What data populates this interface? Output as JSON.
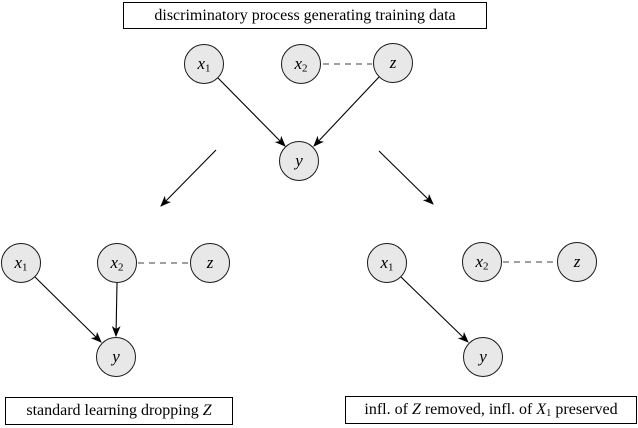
{
  "figure": {
    "title_box": {
      "text": "discriminatory process generating training data"
    },
    "caption_left": {
      "part1": "standard learning dropping ",
      "math1": "Z"
    },
    "caption_right": {
      "part1": "infl. of ",
      "math1": "Z",
      "part2": " removed, infl. of ",
      "math2": "X",
      "sub": "1",
      "part3": " preserved"
    }
  },
  "node_labels": {
    "x1": {
      "base": "x",
      "sub": "1"
    },
    "x2": {
      "base": "x",
      "sub": "2"
    },
    "z": {
      "base": "z"
    },
    "y": {
      "base": "y"
    }
  },
  "graphs": {
    "top": {
      "nodes": [
        "x1",
        "x2",
        "z",
        "y"
      ],
      "solid_edges": [
        "x1->y",
        "z->y"
      ],
      "dashed_edges": [
        "x2--z"
      ]
    },
    "bottom_left": {
      "nodes": [
        "x1",
        "x2",
        "z",
        "y"
      ],
      "solid_edges": [
        "x1->y",
        "x2->y"
      ],
      "dashed_edges": [
        "x2--z"
      ]
    },
    "bottom_right": {
      "nodes": [
        "x1",
        "x2",
        "z",
        "y"
      ],
      "solid_edges": [
        "x1->y"
      ],
      "dashed_edges": [
        "x2--z"
      ]
    }
  },
  "colors": {
    "background": "#ffffff",
    "node_fill": "#e8e8e8",
    "node_stroke": "#1a1a1a",
    "solid_edge": "#000000",
    "dashed_edge": "#808080",
    "box_border": "#000000",
    "text": "#000000"
  }
}
